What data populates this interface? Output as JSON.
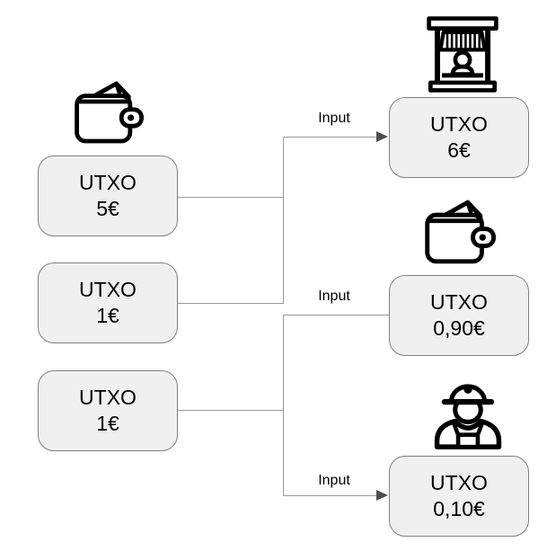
{
  "diagram": {
    "left_column": {
      "icon": "wallet-icon",
      "boxes": [
        {
          "title": "UTXO",
          "amount": "5€"
        },
        {
          "title": "UTXO",
          "amount": "1€"
        },
        {
          "title": "UTXO",
          "amount": "1€"
        }
      ]
    },
    "right_column": {
      "boxes": [
        {
          "icon": "storefront-icon",
          "title": "UTXO",
          "amount": "6€"
        },
        {
          "icon": "wallet-icon",
          "title": "UTXO",
          "amount": "0,90€"
        },
        {
          "icon": "miner-icon",
          "title": "UTXO",
          "amount": "0,10€"
        }
      ]
    },
    "edge_labels": [
      {
        "text": "Input"
      },
      {
        "text": "Input"
      },
      {
        "text": "Input"
      }
    ],
    "colors": {
      "box_fill": "#f0f0f0",
      "box_border": "#808080",
      "connector": "#999999",
      "arrowhead": "#4d4d4d",
      "icon_stroke": "#000000",
      "text": "#000000"
    }
  }
}
